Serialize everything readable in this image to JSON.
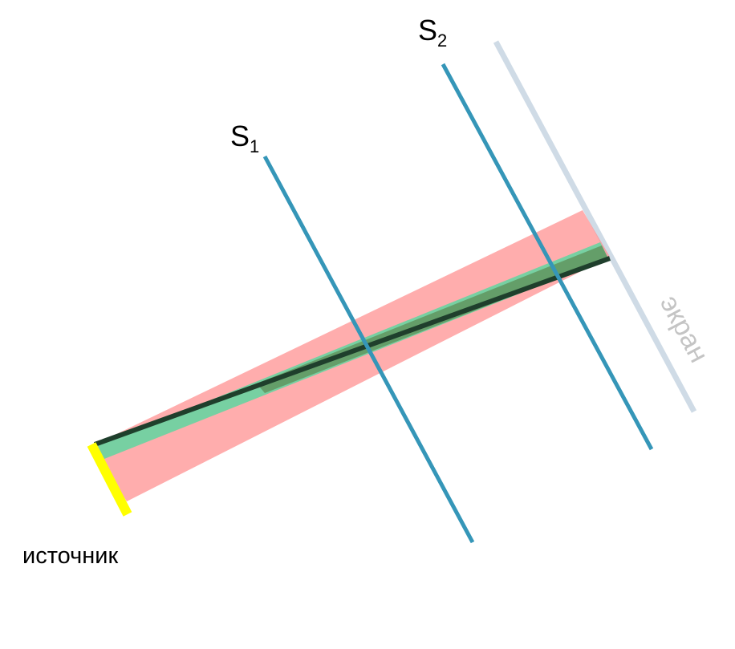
{
  "labels": {
    "s1_main": "S",
    "s1_sub": "1",
    "s2_main": "S",
    "s2_sub": "2",
    "screen": "экран",
    "source": "источник"
  },
  "colors": {
    "slit_line": "#3596b8",
    "screen_line": "#cfdbe6",
    "screen_label": "#c4c4c4",
    "source_bar": "#ffff00",
    "beam_wide": "#ff8a8a",
    "beam_green": "#5fd6a0",
    "beam_olive": "#5e8e56",
    "ray_dark": "#1f3f2c"
  }
}
